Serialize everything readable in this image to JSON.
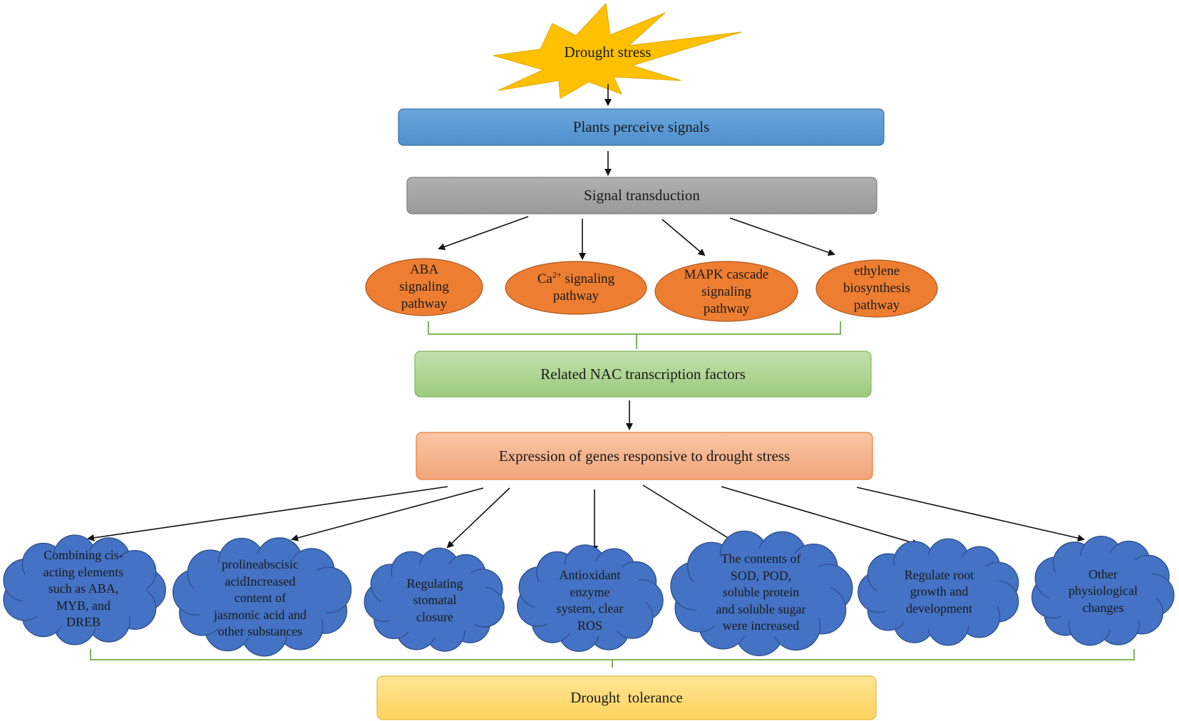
{
  "title_star": {
    "label": "Drought stress"
  },
  "perceive": {
    "label": "Plants perceive signals"
  },
  "transduction": {
    "label": "Signal transduction"
  },
  "pathways": [
    {
      "lines": [
        "ABA",
        "signaling",
        "pathway"
      ]
    },
    {
      "lines": [
        "Ca",
        "pathway"
      ],
      "superscript": "2+",
      "first_line_rest": " signaling"
    },
    {
      "lines": [
        "MAPK cascade",
        "signaling",
        "pathway"
      ]
    },
    {
      "lines": [
        "ethylene",
        "biosynthesis",
        "pathway"
      ]
    }
  ],
  "nac": {
    "label": "Related NAC transcription factors"
  },
  "expression": {
    "label": "Expression of genes responsive to drought stress"
  },
  "outcomes": [
    {
      "lines": [
        "Combining cis-",
        "acting elements",
        "such as ABA,",
        "MYB, and",
        "DREB"
      ]
    },
    {
      "lines": [
        "prolineabscisic",
        "acidIncreased",
        "content of",
        "jasmonic acid and",
        "other substances"
      ]
    },
    {
      "lines": [
        "Regulating",
        "stomatal",
        "closure"
      ]
    },
    {
      "lines": [
        "Antioxidant",
        "enzyme",
        "system, clear",
        "ROS"
      ]
    },
    {
      "lines": [
        "The contents of",
        "SOD, POD,",
        "soluble protein",
        "and soluble sugar",
        "were increased"
      ]
    },
    {
      "lines": [
        "Regulate root",
        "growth and",
        "development"
      ]
    },
    {
      "lines": [
        "Other",
        "physiological",
        "changes"
      ]
    }
  ],
  "tolerance": {
    "label": "Drought  tolerance"
  },
  "colors": {
    "star": "#ffc000",
    "perceive": "#5b9bd5",
    "transduction": "#a5a5a5",
    "pathway": "#ed7d31",
    "nac": "#a9d18e",
    "expression": "#f4b183",
    "cloud": "#4472c4",
    "tolerance": "#ffd966",
    "bracket": "#70ad47"
  }
}
